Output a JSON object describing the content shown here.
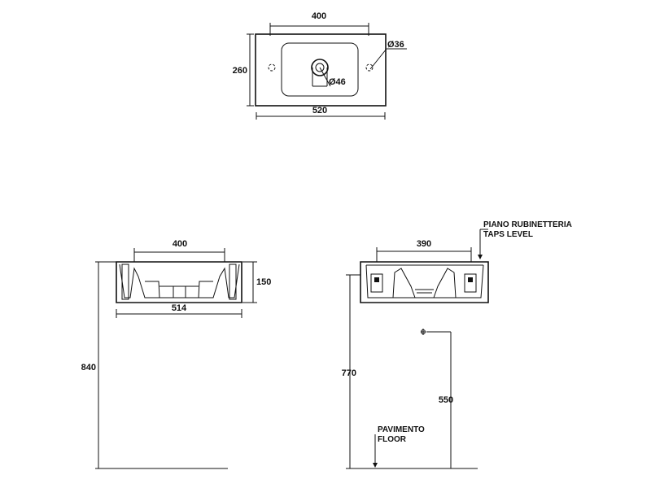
{
  "top_view": {
    "width_inner": "400",
    "width_outer": "520",
    "depth": "260",
    "tap_hole": "Ø36",
    "drain_hole": "Ø46"
  },
  "front_view": {
    "width_inner": "400",
    "width_outer": "514",
    "height": "150",
    "total_height": "840"
  },
  "side_view": {
    "width_inner": "390",
    "taps_level_it": "PIANO RUBINETTERIA",
    "taps_level_en": "TAPS LEVEL",
    "height_770": "770",
    "height_550": "550",
    "floor_it": "PAVIMENTO",
    "floor_en": "FLOOR"
  }
}
